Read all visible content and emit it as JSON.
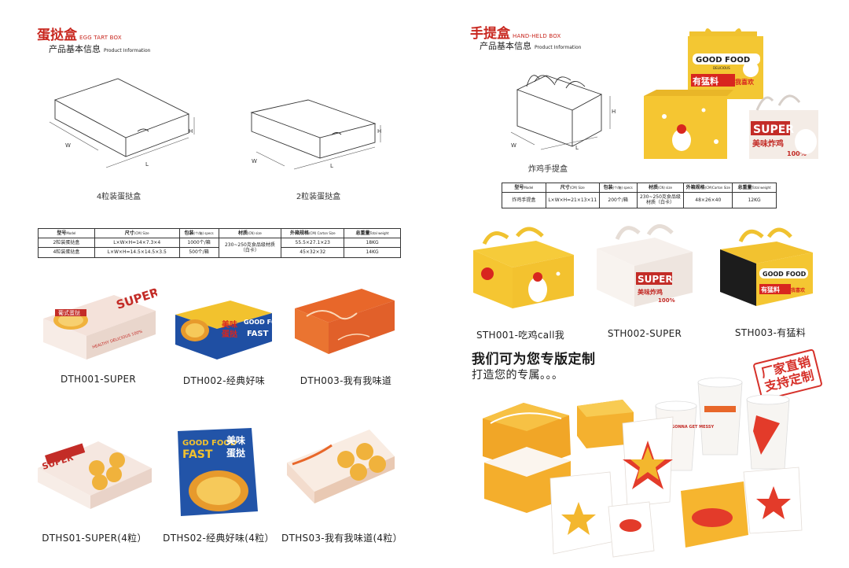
{
  "left": {
    "title_cn": "蛋挞盒",
    "title_en": "EGG TART BOX",
    "subtitle_cn": "产品基本信息",
    "subtitle_en": "Product Information",
    "diagram_captions": [
      "4粒装蛋挞盒",
      "2粒装蛋挞盒"
    ],
    "dim_labels": {
      "w": "W",
      "l": "L",
      "h": "H"
    },
    "table": {
      "headers": [
        {
          "cn": "型号",
          "en": "Model"
        },
        {
          "cn": "尺寸",
          "en": "(CM) Size"
        },
        {
          "cn": "包装",
          "en": "(个/箱) specs"
        },
        {
          "cn": "材质",
          "en": "(CN) size"
        },
        {
          "cn": "外箱规格",
          "en": "(CM) Carton Size"
        },
        {
          "cn": "总重量",
          "en": "Total weight"
        }
      ],
      "rows": [
        [
          "2粒装蛋挞盒",
          "L×W×H=14×7.3×4",
          "1000个/箱",
          "55.5×27.1×23",
          "18KG"
        ],
        [
          "4粒装蛋挞盒",
          "L×W×H=14.5×14.5×3.5",
          "500个/箱",
          "45×32×32",
          "14KG"
        ]
      ],
      "material": "230~250克食品级材质（白卡）"
    },
    "products": [
      "DTH001-SUPER",
      "DTH002-经典好味",
      "DTH003-我有我味道",
      "DTHS01-SUPER(4粒）",
      "DTHS02-经典好味(4粒）",
      "DTHS03-我有我味道(4粒）"
    ],
    "box_texts": {
      "super": "SUPER",
      "super_cn": "葡式蛋挞",
      "good_food": "GOOD FOOD",
      "fast": "FAST",
      "meiwei": "美味",
      "danta": "蛋挞",
      "healthy": "HEALTHY DELICIOUS 100%"
    }
  },
  "right": {
    "title_cn": "手提盒",
    "title_en": "HAND-HELD BOX",
    "subtitle_cn": "产品基本信息",
    "subtitle_en": "Product Information",
    "diagram_caption": "炸鸡手提盒",
    "dim_labels": {
      "w": "W",
      "l": "L",
      "h": "H"
    },
    "table": {
      "headers": [
        {
          "cn": "型号",
          "en": "Model"
        },
        {
          "cn": "尺寸",
          "en": "(CM) Size"
        },
        {
          "cn": "包装",
          "en": "(个/箱) specs"
        },
        {
          "cn": "材质",
          "en": "(CN) size"
        },
        {
          "cn": "外箱规格",
          "en": "(CM)Carton Size"
        },
        {
          "cn": "总重量",
          "en": "Total weight"
        }
      ],
      "rows": [
        [
          "炸鸡手提盒",
          "L×W×H=21×13×11",
          "200个/箱",
          "230~250克食品级材质（白卡）",
          "48×26×40",
          "12KG"
        ]
      ]
    },
    "products": [
      "STH001-吃鸡call我",
      "STH002-SUPER",
      "STH003-有猛料"
    ],
    "custom_title": "我们可为您专版定制",
    "custom_sub": "打造您的专属。。。",
    "stamp": [
      "厂家直销",
      "支持定制"
    ],
    "box_texts": {
      "good_food": "GOOD FOOD",
      "delicious": "DELICIOUS",
      "mengliao": "有猛料",
      "wo_xi_huan": "我喜欢",
      "super": "SUPER",
      "meiwei_zhaji": "美味炸鸡",
      "percent": "100%",
      "gonna": "IT'S GONNA GET MESSY"
    }
  }
}
